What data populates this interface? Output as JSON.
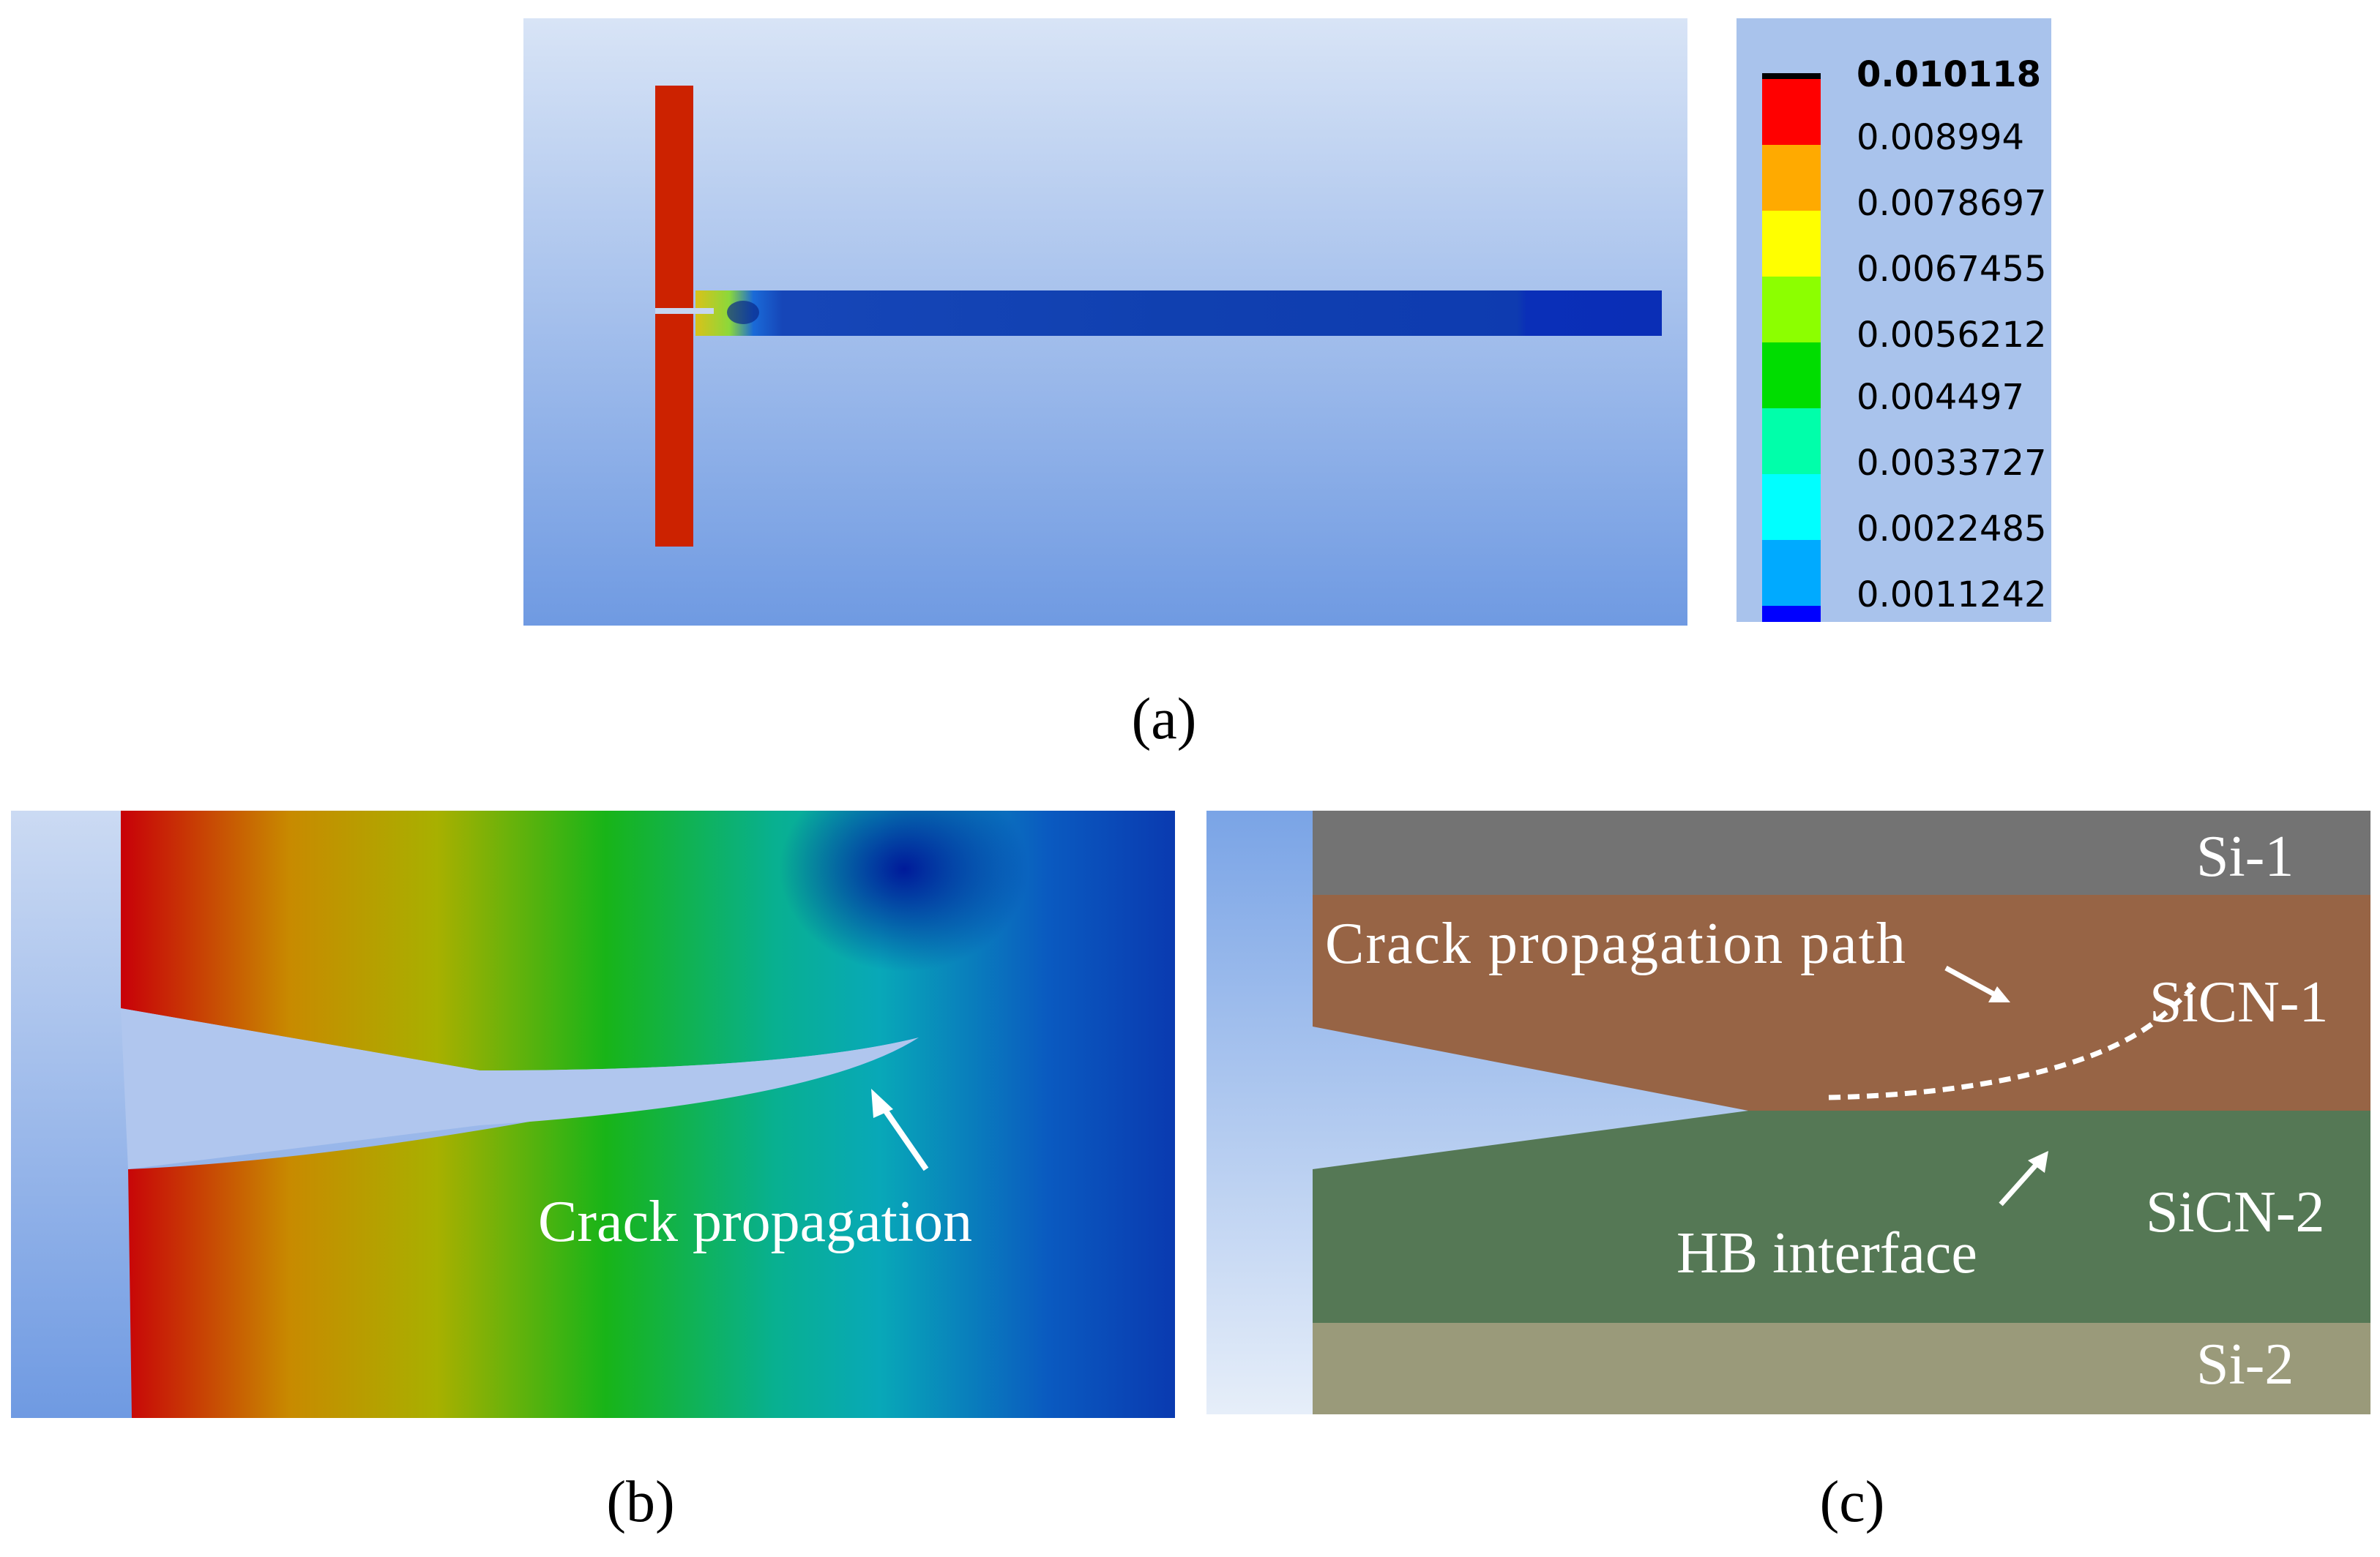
{
  "panel_a": {
    "caption": "(a)",
    "legend": {
      "labels": [
        "0.010118",
        "0.008994",
        "0.0078697",
        "0.0067455",
        "0.0056212",
        "0.004497",
        "0.0033727",
        "0.0022485",
        "0.0011242"
      ],
      "colors": [
        "#000000",
        "#ff0000",
        "#ffaa00",
        "#ffff00",
        "#8cff00",
        "#00dd00",
        "#00ffaa",
        "#00ffff",
        "#00aaff",
        "#0000ff"
      ]
    }
  },
  "panel_b": {
    "caption": "(b)",
    "annotation": "Crack propagation"
  },
  "panel_c": {
    "caption": "(c)",
    "layers": [
      "Si-1",
      "SiCN-1",
      "SiCN-2",
      "Si-2"
    ],
    "layer_colors": [
      "#737373",
      "#976445",
      "#557855",
      "#9a9a7a"
    ],
    "annotations": {
      "path": "Crack propagation path",
      "interface": "HB interface"
    }
  }
}
